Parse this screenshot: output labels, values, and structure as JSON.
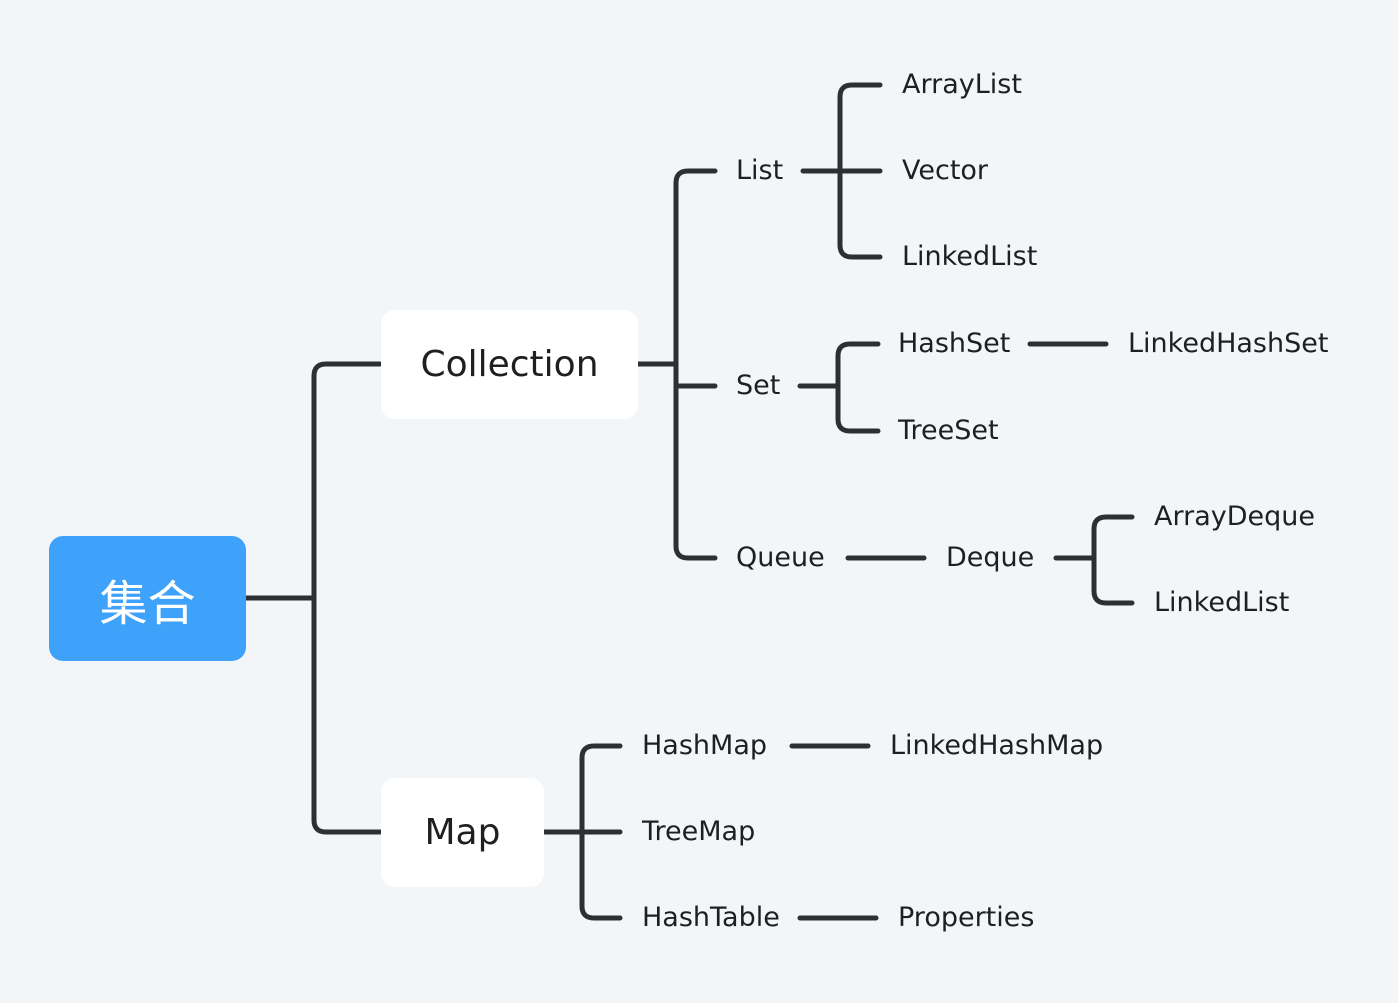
{
  "root": {
    "label": "集合",
    "color": "#3ea2fb"
  },
  "collection": {
    "label": "Collection",
    "list": {
      "label": "List",
      "children": [
        "ArrayList",
        "Vector",
        "LinkedList"
      ]
    },
    "set": {
      "label": "Set",
      "hashset": {
        "label": "HashSet",
        "child": "LinkedHashSet"
      },
      "treeset": "TreeSet"
    },
    "queue": {
      "label": "Queue",
      "deque": {
        "label": "Deque",
        "children": [
          "ArrayDeque",
          "LinkedList"
        ]
      }
    }
  },
  "map": {
    "label": "Map",
    "hashmap": {
      "label": "HashMap",
      "child": "LinkedHashMap"
    },
    "treemap": "TreeMap",
    "hashtable": {
      "label": "HashTable",
      "child": "Properties"
    }
  },
  "colors": {
    "background": "#f3f6f9",
    "connector": "#2d2f33",
    "node_fill": "#ffffff"
  }
}
